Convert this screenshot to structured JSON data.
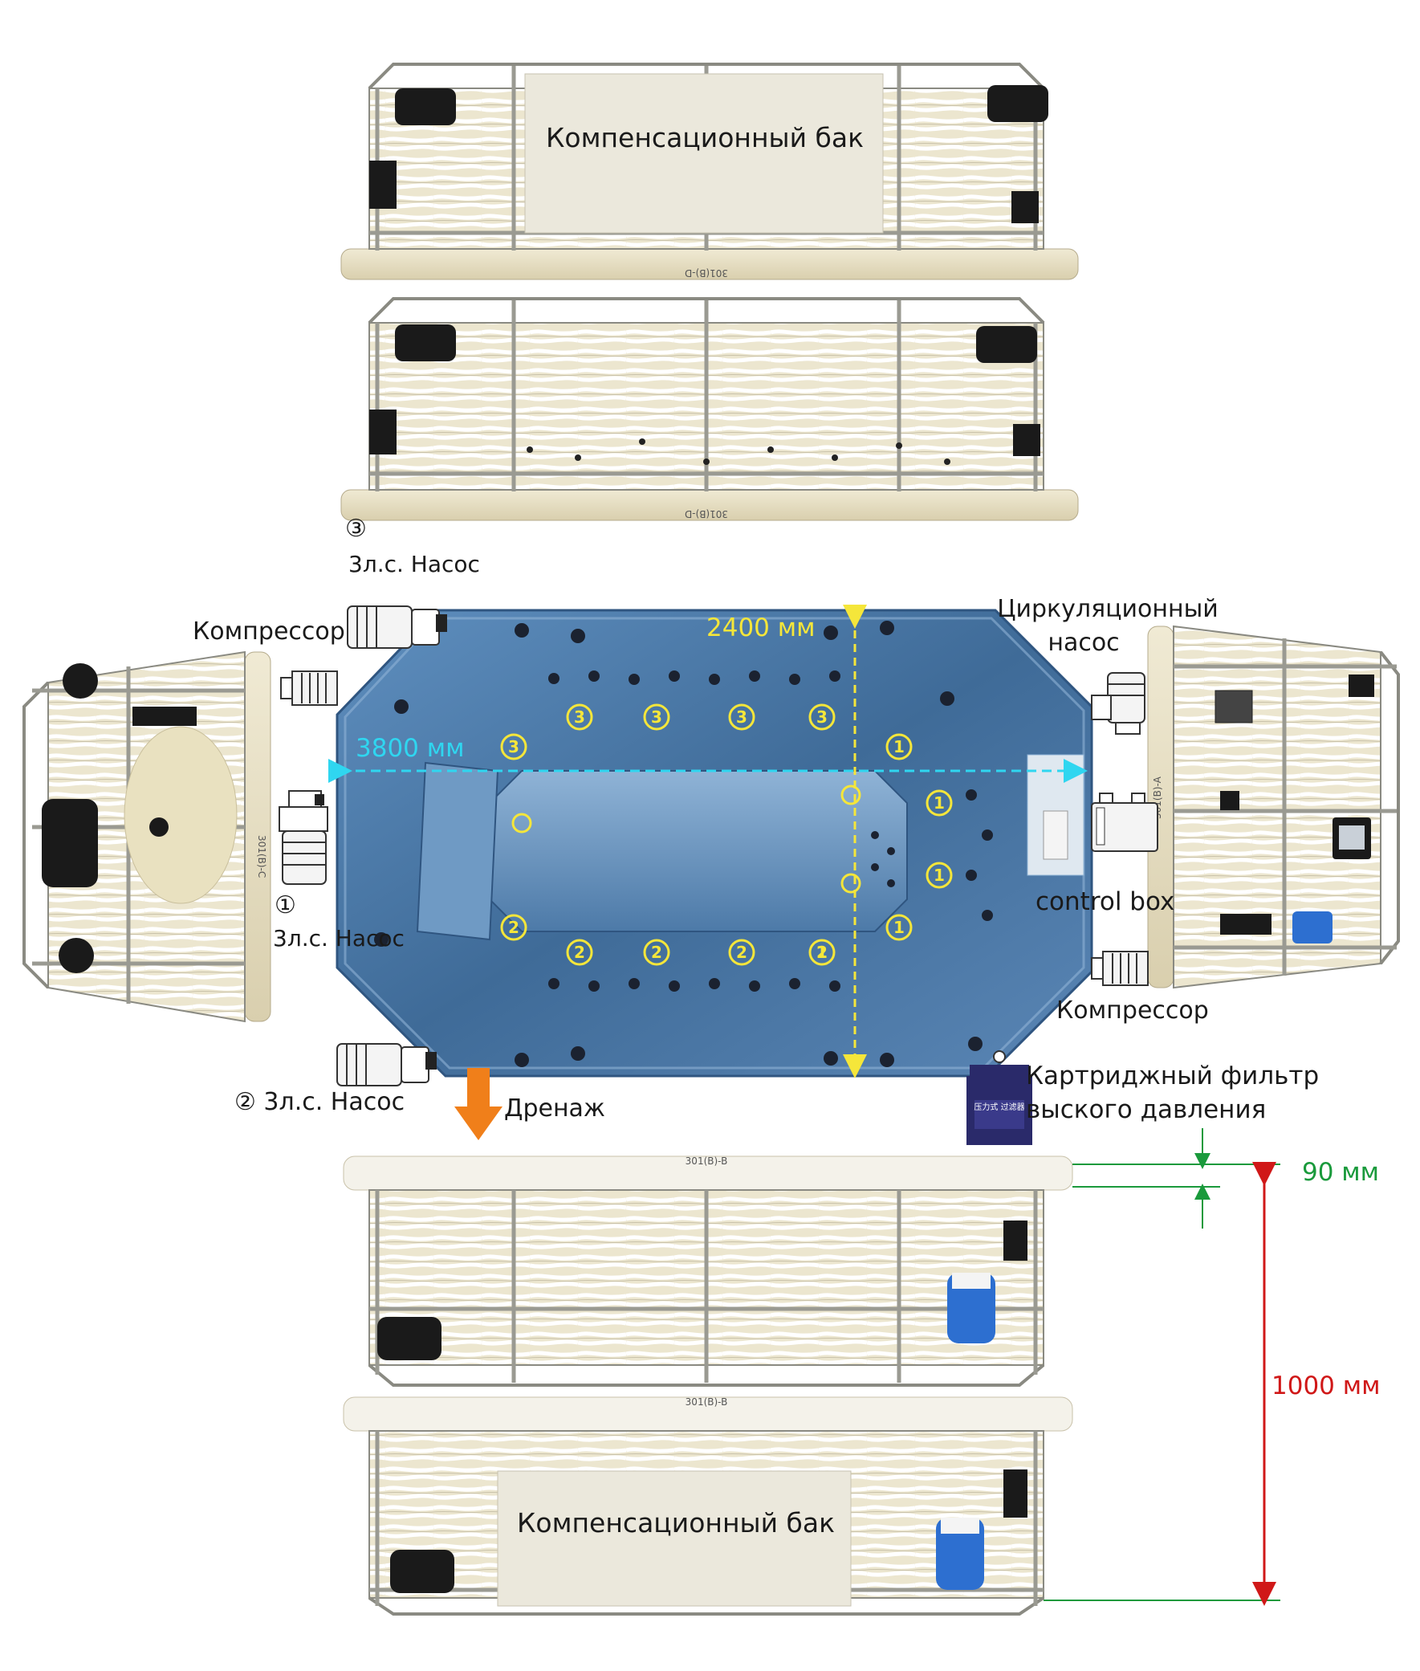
{
  "colors": {
    "pool_blue": "#3f6b98",
    "pool_light": "#7fa7cc",
    "shell": "#e8e1c8",
    "frame": "#9a9a92",
    "pipe": "#f2f2ee",
    "tank": "#ebe8dc",
    "yellow_label": "#f5e63a",
    "cyan_arrow": "#2fd6f0",
    "green_dim": "#1a9a3c",
    "red_dim": "#d01818",
    "orange_arrow": "#f07f1a",
    "filter_navy": "#2a2a6a"
  },
  "labels": {
    "tank_top": "Компенсационный бак",
    "tank_bottom": "Компенсационный бак",
    "model_top_1": "301(B)-D",
    "model_top_2": "301(B)-D",
    "model_bottom_1": "301(B)-B",
    "model_bottom_2": "301(B)-B",
    "model_left": "301(B)-C",
    "model_right": "301(B)-A",
    "pump3_num": "③",
    "pump3": "3л.с. Насос",
    "compressor_left": "Компрессор",
    "pump1_num": "①",
    "pump1": "3л.с. Насос",
    "pump2": "② 3л.с. Насос",
    "circ_pump_1": "Циркуляционный",
    "circ_pump_2": "насос",
    "control_box": "control box",
    "compressor_right": "Компрессор",
    "filter_1": "Картриджный фильтр",
    "filter_2": "выского давления",
    "filter_glyph": "压力式 过滤器",
    "drain": "Дренаж"
  },
  "dimensions": {
    "width": "2400 мм",
    "length": "3800 мм",
    "rim": "90 мм",
    "height": "1000 мм"
  },
  "pool_markers": {
    "jet_groups": [
      "3",
      "3",
      "3",
      "3",
      "3",
      "1",
      "1",
      "1",
      "1",
      "1",
      "2",
      "2",
      "2",
      "2",
      "2"
    ]
  }
}
